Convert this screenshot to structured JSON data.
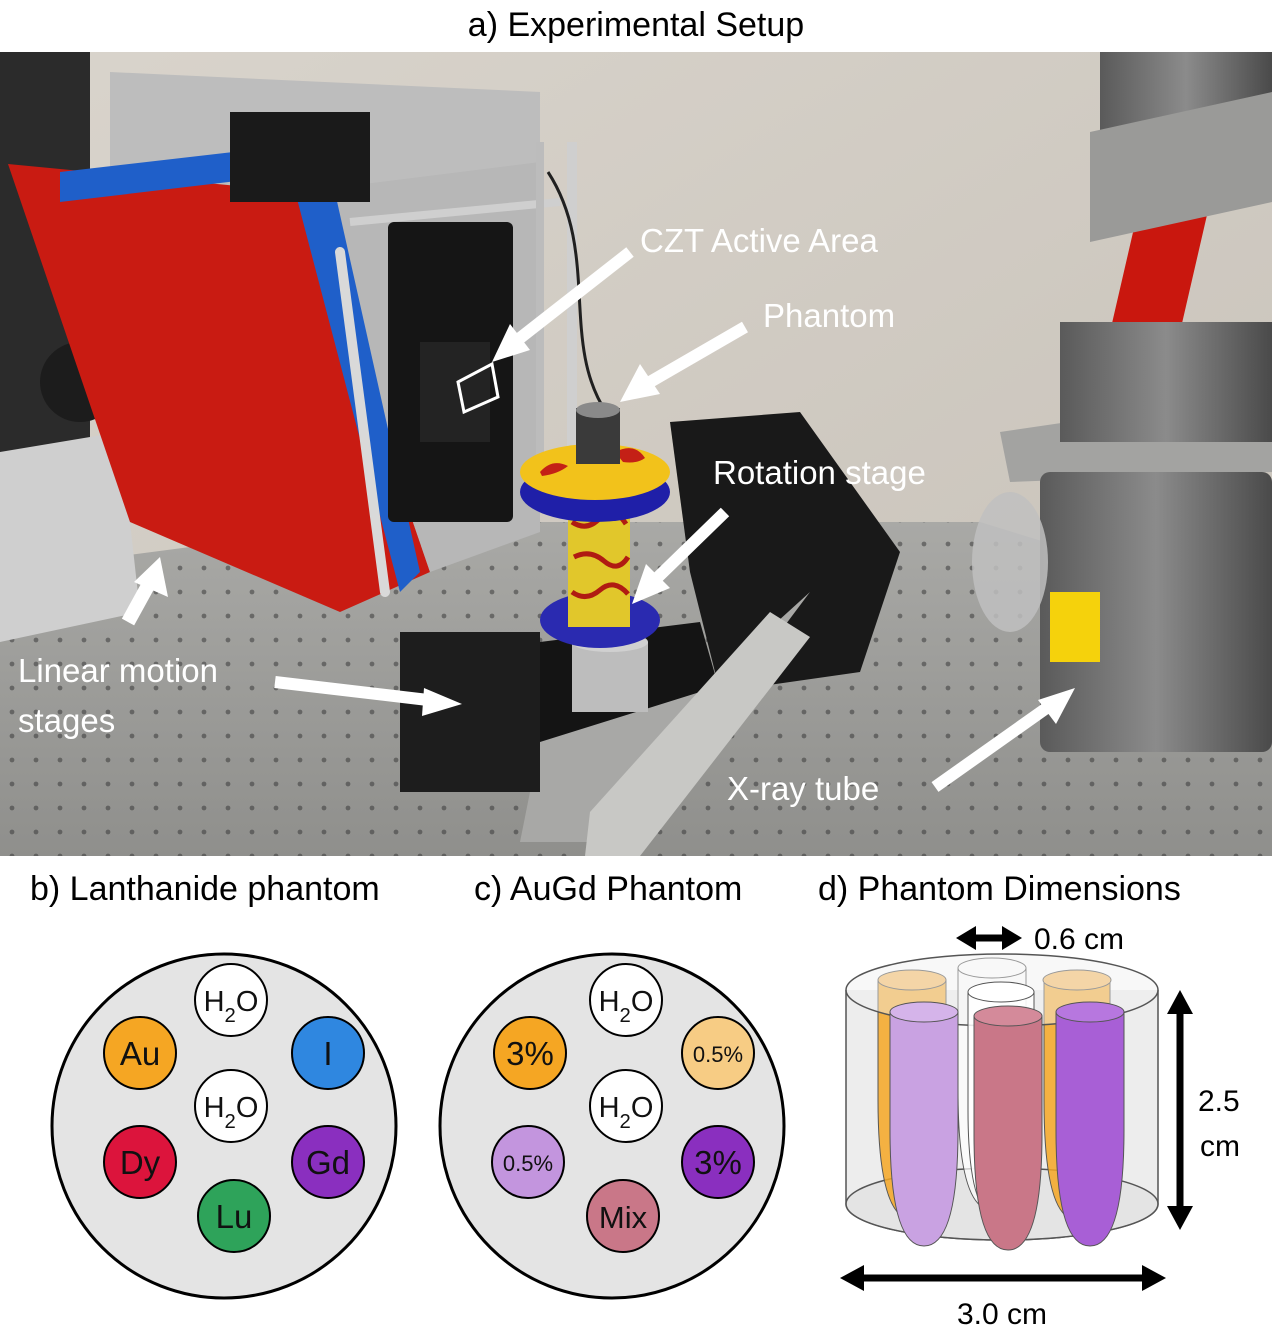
{
  "panels": {
    "a": {
      "title": "a) Experimental Setup"
    },
    "b": {
      "title": "b) Lanthanide phantom"
    },
    "c": {
      "title": "c) AuGd Phantom"
    },
    "d": {
      "title": "d) Phantom Dimensions"
    }
  },
  "photo_labels": {
    "czt": "CZT Active Area",
    "phantom": "Phantom",
    "rotation": "Rotation stage",
    "linear_line1": "Linear motion",
    "linear_line2": "stages",
    "xray": "X-ray tube"
  },
  "lanthanide_vials": {
    "h2o_top": "H2O",
    "h2o_center": "H2O",
    "au": "Au",
    "i": "I",
    "dy": "Dy",
    "gd": "Gd",
    "lu": "Lu"
  },
  "augd_vials": {
    "h2o_top": "H2O",
    "h2o_center": "H2O",
    "au_3": "3%",
    "au_05": "0.5%",
    "gd_05": "0.5%",
    "gd_3": "3%",
    "mix": "Mix"
  },
  "dimensions": {
    "vial_width": "0.6 cm",
    "height_value": "2.5",
    "height_unit": "cm",
    "diameter": "3.0 cm"
  },
  "colors": {
    "au": "#f5a623",
    "au_light": "#f7cc84",
    "iodine": "#2f87e0",
    "dy": "#dc143c",
    "gd": "#8a2fbf",
    "gd_light": "#c395de",
    "lu": "#2ea35a",
    "mix": "#c97788",
    "water": "#ffffff",
    "phantom_body": "#e4e4e4"
  }
}
